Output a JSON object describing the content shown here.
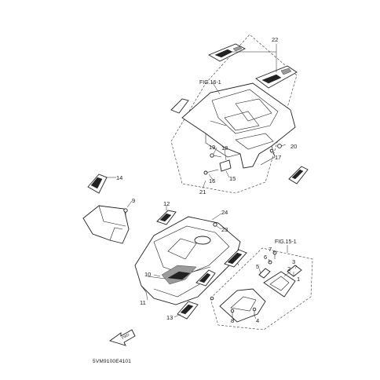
{
  "figure_refs": {
    "fig16": "FIG.16-1",
    "fig15": "FIG.15-1"
  },
  "part_numbers": {
    "p1": "1",
    "p2": "2",
    "p3": "3",
    "p4": "4",
    "p5": "5",
    "p6": "6",
    "p7": "7",
    "p8": "8",
    "p9": "9",
    "p10": "10",
    "p11": "11",
    "p12": "12",
    "p13": "13",
    "p14": "14",
    "p15": "15",
    "p16": "16",
    "p17": "17",
    "p18": "18",
    "p19": "19",
    "p20": "20",
    "p21": "21",
    "p22": "22",
    "p23": "23",
    "p24": "24"
  },
  "fwd_label": "FWD",
  "diagram_code": "5VM9100E4101"
}
